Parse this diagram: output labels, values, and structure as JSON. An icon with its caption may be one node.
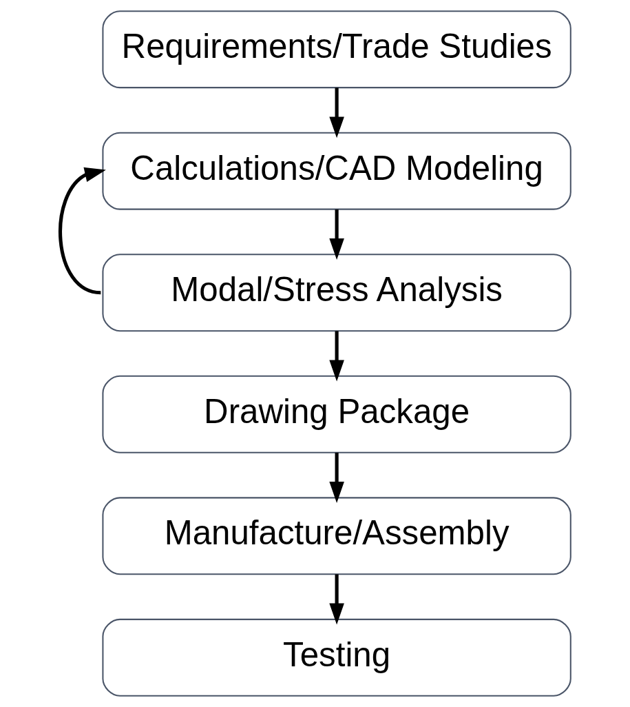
{
  "diagram": {
    "nodes": [
      {
        "text": [
          "Requirements/Trade Studies"
        ]
      },
      {
        "text": [
          "Calculations/CAD Modeling"
        ]
      },
      {
        "text": [
          "Modal/Stress Analysis"
        ]
      },
      {
        "text": [
          "Drawing Package"
        ]
      },
      {
        "text": [
          "Manufacture/Assembly"
        ]
      },
      {
        "text": [
          "Testing"
        ]
      }
    ],
    "edges": [
      {
        "from": 0,
        "to": 1,
        "arrow": "to"
      },
      {
        "from": 1,
        "to": 2,
        "arrow": "to"
      },
      {
        "from": 2,
        "to": 1,
        "arrow": "to"
      },
      {
        "from": 2,
        "to": 3,
        "arrow": "to"
      },
      {
        "from": 3,
        "to": 4,
        "arrow": "to"
      },
      {
        "from": 4,
        "to": 5,
        "arrow": "to"
      }
    ]
  }
}
